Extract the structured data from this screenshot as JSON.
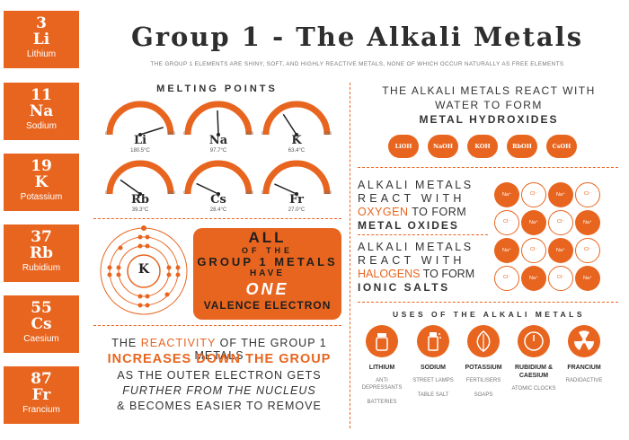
{
  "title": "Group 1 - The Alkali Metals",
  "subtitle": "THE GROUP 1 ELEMENTS ARE SHINY, SOFT, AND HIGHLY REACTIVE METALS, NONE OF WHICH OCCUR NATURALLY AS FREE ELEMENTS",
  "accent_color": "#e8651f",
  "elements": [
    {
      "number": "3",
      "symbol": "Li",
      "name": "Lithium"
    },
    {
      "number": "11",
      "symbol": "Na",
      "name": "Sodium"
    },
    {
      "number": "19",
      "symbol": "K",
      "name": "Potassium"
    },
    {
      "number": "37",
      "symbol": "Rb",
      "name": "Rubidium"
    },
    {
      "number": "55",
      "symbol": "Cs",
      "name": "Caesium"
    },
    {
      "number": "87",
      "symbol": "Fr",
      "name": "Francium"
    }
  ],
  "melting_points": {
    "heading": "MELTING POINTS",
    "scale_min": "0",
    "scale_max": "200",
    "gauges": [
      {
        "symbol": "Li",
        "temp": "180.5°C",
        "value": 180.5
      },
      {
        "symbol": "Na",
        "temp": "97.7°C",
        "value": 97.7
      },
      {
        "symbol": "K",
        "temp": "63.4°C",
        "value": 63.4
      },
      {
        "symbol": "Rb",
        "temp": "39.3°C",
        "value": 39.3
      },
      {
        "symbol": "Cs",
        "temp": "28.4°C",
        "value": 28.4
      },
      {
        "symbol": "Fr",
        "temp": "27.0°C",
        "value": 27.0
      }
    ]
  },
  "atom": {
    "symbol": "K"
  },
  "valence": {
    "l1": "ALL",
    "l2": "OF THE",
    "l3": "GROUP 1 METALS",
    "l4": "HAVE",
    "l5": "ONE",
    "l6": "VALENCE ELECTRON"
  },
  "reactivity": {
    "p1": "THE ",
    "p1_hi": "REACTIVITY",
    "p1_end": " OF THE GROUP 1 METALS",
    "l2": "INCREASES DOWN THE GROUP",
    "l3": "AS THE OUTER ELECTRON GETS",
    "l4": "FURTHER FROM THE NUCLEUS",
    "l5": "& BECOMES EASIER TO REMOVE"
  },
  "water": {
    "l1": "THE ALKALI METALS REACT WITH",
    "l2": "WATER TO FORM",
    "l3": "METAL HYDROXIDES",
    "pills": [
      "LiOH",
      "NaOH",
      "KOH",
      "RbOH",
      "CsOH"
    ]
  },
  "oxygen": {
    "l1": "ALKALI METALS",
    "l2": "REACT WITH",
    "hi": "OXYGEN",
    "to": " TO FORM",
    "l4": "METAL OXIDES"
  },
  "halogen": {
    "l1": "ALKALI METALS",
    "l2": "REACT WITH",
    "hi": "HALOGENS",
    "to": " TO FORM",
    "l4": "IONIC SALTS"
  },
  "lattice_labels": {
    "na": "Na⁺",
    "cl": "Cl⁻"
  },
  "uses": {
    "heading": "USES OF THE ALKALI METALS",
    "items": [
      {
        "name": "LITHIUM",
        "a": "ANTI DEPRESSANTS",
        "b": "BATTERIES",
        "icon": "pill-bottle-icon"
      },
      {
        "name": "SODIUM",
        "a": "STREET LAMPS",
        "b": "TABLE SALT",
        "icon": "salt-shaker-icon"
      },
      {
        "name": "POTASSIUM",
        "a": "FERTILISERS",
        "b": "SOAPS",
        "icon": "leaf-icon"
      },
      {
        "name": "RUBIDIUM & CAESIUM",
        "a": "ATOMIC CLOCKS",
        "b": "",
        "icon": "clock-icon"
      },
      {
        "name": "FRANCIUM",
        "a": "RADIOACTIVE",
        "b": "",
        "icon": "radiation-icon"
      }
    ]
  }
}
